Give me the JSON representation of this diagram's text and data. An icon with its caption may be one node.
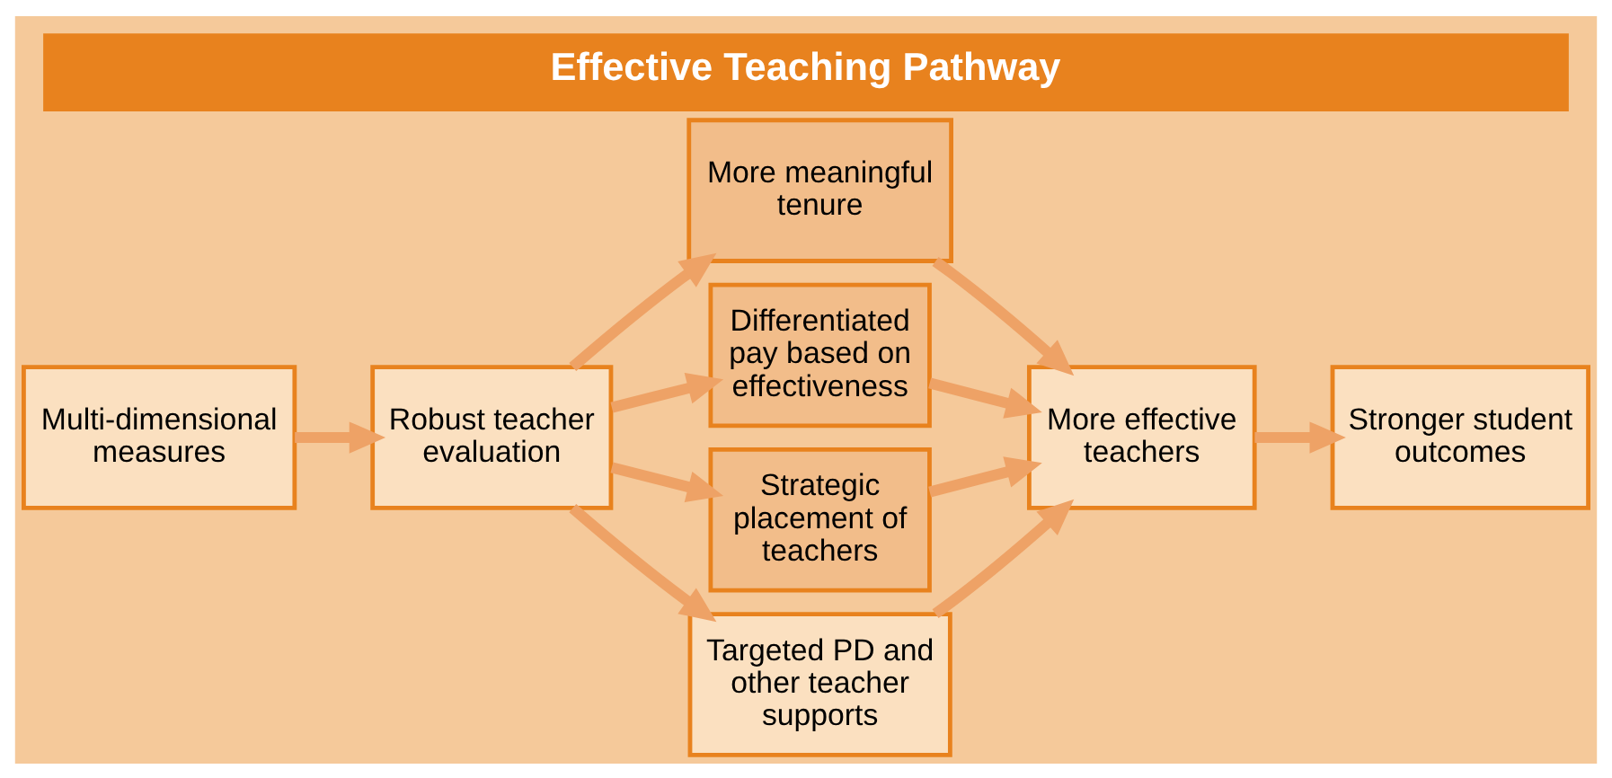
{
  "diagram": {
    "title": "Effective Teaching Pathway",
    "nodes": [
      {
        "text": [
          "Multi-dimensional measures"
        ]
      },
      {
        "text": [
          "Robust teacher evaluation"
        ]
      },
      {
        "text": [
          "More meaningful tenure"
        ]
      },
      {
        "text": [
          "Differentiated pay based on effectiveness"
        ]
      },
      {
        "text": [
          "Strategic placement of teachers"
        ]
      },
      {
        "text": [
          "Targeted PD and other teacher supports"
        ]
      },
      {
        "text": [
          "More effective teachers"
        ]
      },
      {
        "text": [
          "Stronger student outcomes"
        ]
      }
    ],
    "edges": [
      {
        "from": 0,
        "to": 1,
        "arrow": "to"
      },
      {
        "from": 1,
        "to": 2,
        "arrow": "to"
      },
      {
        "from": 1,
        "to": 3,
        "arrow": "to"
      },
      {
        "from": 1,
        "to": 4,
        "arrow": "to"
      },
      {
        "from": 1,
        "to": 5,
        "arrow": "to"
      },
      {
        "from": 2,
        "to": 6,
        "arrow": "to"
      },
      {
        "from": 3,
        "to": 6,
        "arrow": "to"
      },
      {
        "from": 4,
        "to": 6,
        "arrow": "to"
      },
      {
        "from": 5,
        "to": 6,
        "arrow": "to"
      },
      {
        "from": 6,
        "to": 7,
        "arrow": "to"
      }
    ]
  }
}
